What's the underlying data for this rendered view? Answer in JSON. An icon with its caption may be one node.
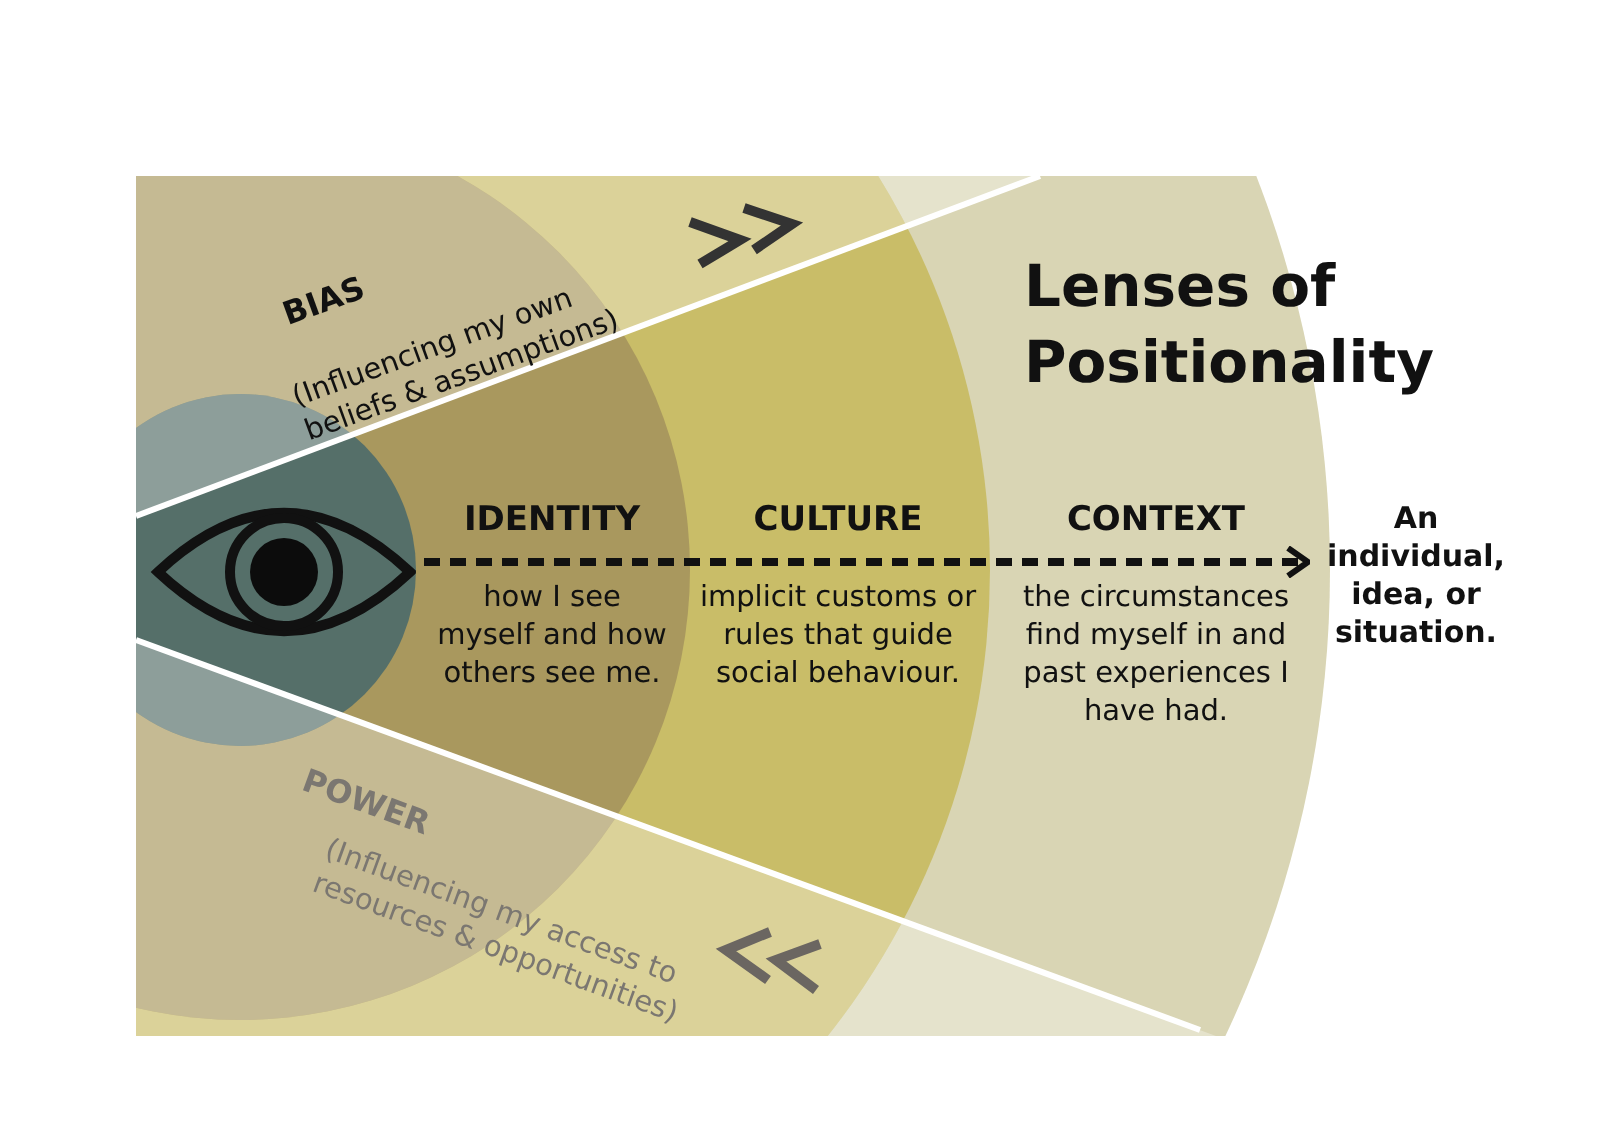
{
  "diagram": {
    "title": "Lenses of Positionality",
    "nodes": [
      {
        "text": [
          "CONTEXT",
          "the circumstances find myself in and past experiences I have had."
        ]
      },
      {
        "text": [
          "CULTURE",
          "implicit customs or rules that guide social behaviour."
        ],
        "in": 0
      },
      {
        "text": [
          "IDENTITY",
          "how I see myself and how others see me."
        ],
        "in": 1
      },
      {
        "text": [],
        "shape": "picture",
        "in": 2
      },
      {
        "text": [
          "An individual, idea, or situation."
        ]
      }
    ],
    "edges": [
      {
        "from": 3,
        "to": 4,
        "arrow": "to",
        "style": "dashed"
      }
    ],
    "labels": [
      "BIAS",
      "(Influencing my own beliefs & assumptions)",
      "POWER",
      "(Influencing my access to resources & opportunities)"
    ]
  }
}
